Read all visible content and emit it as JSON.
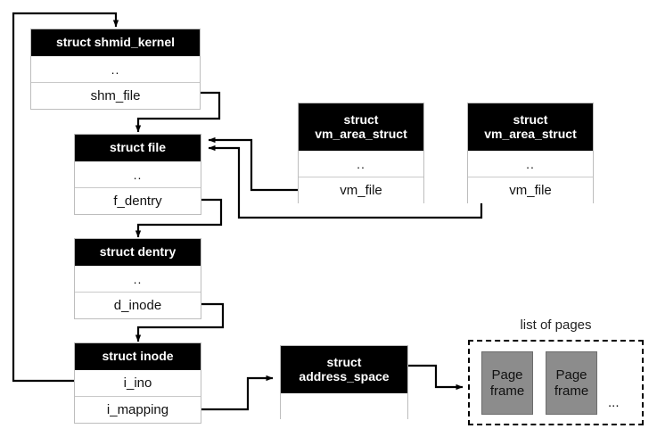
{
  "diagram": {
    "title": "",
    "colors": {
      "header_bg": "#000000",
      "header_text": "#ffffff",
      "box_border": "#bdbdbd",
      "page_frame_fill": "#8c8c8c",
      "page_frame_border": "#6d6d6d",
      "wire": "#000000"
    }
  },
  "structs": {
    "shmid_kernel": {
      "title": "struct shmid_kernel",
      "fields": [
        "..",
        "shm_file"
      ]
    },
    "file": {
      "title": "struct file",
      "fields": [
        "..",
        "f_dentry"
      ]
    },
    "dentry": {
      "title": "struct dentry",
      "fields": [
        "..",
        "d_inode"
      ]
    },
    "inode": {
      "title": "struct inode",
      "fields": [
        "i_ino",
        "i_mapping"
      ]
    },
    "vma1": {
      "title_line1": "struct",
      "title_line2": "vm_area_struct",
      "fields": [
        "..",
        "vm_file"
      ]
    },
    "vma2": {
      "title_line1": "struct",
      "title_line2": "vm_area_struct",
      "fields": [
        "..",
        "vm_file"
      ]
    },
    "address_space": {
      "title_line1": "struct",
      "title_line2": "address_space",
      "fields": [
        ""
      ]
    }
  },
  "pages": {
    "label": "list of pages",
    "frames": [
      {
        "line1": "Page",
        "line2": "frame"
      },
      {
        "line1": "Page",
        "line2": "frame"
      }
    ],
    "ellipsis": "..."
  }
}
